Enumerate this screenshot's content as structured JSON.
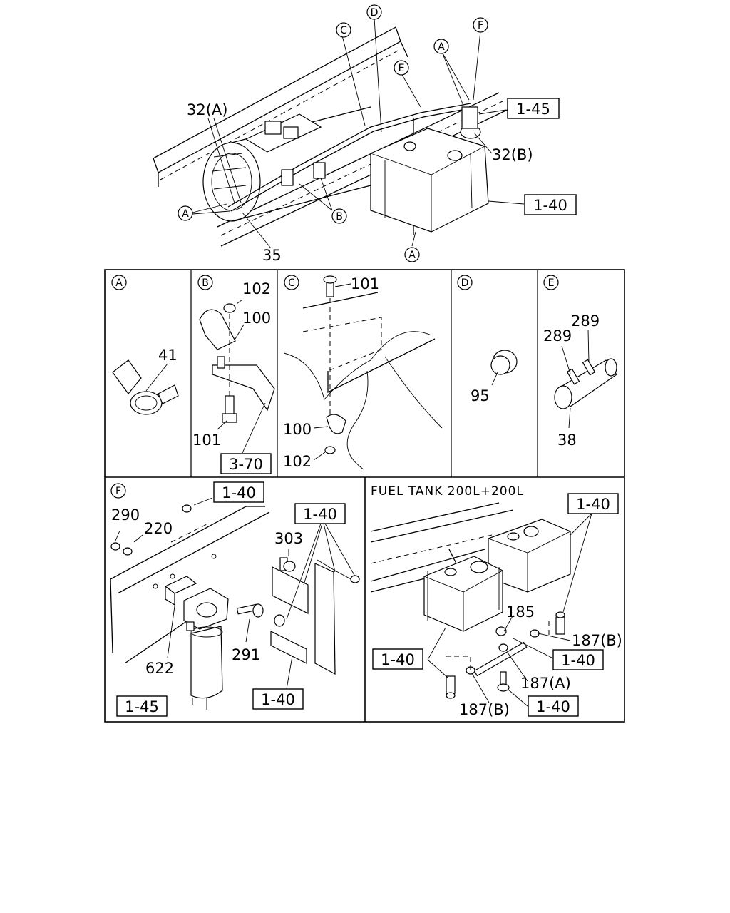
{
  "main_view": {
    "label_32a": "32(A)",
    "label_32b": "32(B)",
    "label_35": "35",
    "ref_1_45": "1-45",
    "ref_1_40": "1-40",
    "callout_a": "A",
    "callout_b": "B",
    "callout_c": "C",
    "callout_d": "D",
    "callout_e": "E",
    "callout_f": "F"
  },
  "detail_a": {
    "title": "A",
    "part_41": "41"
  },
  "detail_b": {
    "title": "B",
    "part_102": "102",
    "part_100": "100",
    "part_101": "101",
    "ref_3_70": "3-70"
  },
  "detail_c": {
    "title": "C",
    "part_101": "101",
    "part_100": "100",
    "part_102": "102"
  },
  "detail_d": {
    "title": "D",
    "part_95": "95"
  },
  "detail_e": {
    "title": "E",
    "part_289a": "289",
    "part_289b": "289",
    "part_38": "38"
  },
  "detail_f": {
    "title": "F",
    "ref_1_40_top": "1-40",
    "ref_1_40_right": "1-40",
    "ref_1_40_bottom": "1-40",
    "ref_1_45": "1-45",
    "part_290": "290",
    "part_220": "220",
    "part_303": "303",
    "part_291": "291",
    "part_622": "622"
  },
  "fuel_tank": {
    "header": "FUEL TANK 200L+200L",
    "ref_top": "1-40",
    "ref_left": "1-40",
    "ref_mid": "1-40",
    "ref_bottom": "1-40",
    "part_185": "185",
    "part_187b_top": "187(B)",
    "part_187a": "187(A)",
    "part_187b_bottom": "187(B)"
  }
}
